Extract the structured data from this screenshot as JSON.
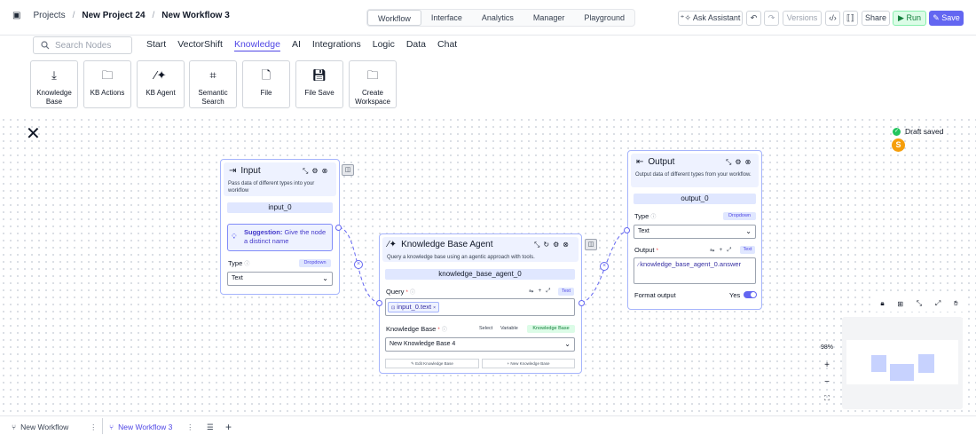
{
  "header": {
    "breadcrumb": [
      "Projects",
      "New Project 24",
      "New Workflow 3"
    ],
    "tabs": [
      "Workflow",
      "Interface",
      "Analytics",
      "Manager",
      "Playground"
    ],
    "ask_assistant": "Ask Assistant",
    "versions": "Versions",
    "share": "Share",
    "run": "Run",
    "save": "Save"
  },
  "toolbar": {
    "search_placeholder": "Search Nodes",
    "categories": [
      "Start",
      "VectorShift",
      "Knowledge",
      "AI",
      "Integrations",
      "Logic",
      "Data",
      "Chat"
    ],
    "active_category": "Knowledge",
    "tools": [
      {
        "label": "Knowledge Base",
        "icon": "download-icon"
      },
      {
        "label": "KB Actions",
        "icon": "folder-icon"
      },
      {
        "label": "KB Agent",
        "icon": "magic-wand-icon"
      },
      {
        "label": "Semantic Search",
        "icon": "crop-icon"
      },
      {
        "label": "File",
        "icon": "file-icon"
      },
      {
        "label": "File Save",
        "icon": "floppy-icon"
      },
      {
        "label": "Create Workspace",
        "icon": "folder-plus-icon"
      }
    ]
  },
  "canvas": {
    "draft_status": "Draft saved",
    "user_initial": "S",
    "zoom": "98%",
    "nodes": {
      "input": {
        "title": "Input",
        "description": "Pass data of different types into your workflow",
        "id": "input_0",
        "suggestion_bold": "Suggestion:",
        "suggestion_text": "Give the node a distinct name",
        "type_label": "Type",
        "type_tag": "Dropdown",
        "type_value": "Text"
      },
      "kb_agent": {
        "title": "Knowledge Base Agent",
        "description": "Query a knowledge base using an agentic approach with tools.",
        "id": "knowledge_base_agent_0",
        "query_label": "Query",
        "query_tag": "Text",
        "query_value": "input_0.text",
        "kb_label": "Knowledge Base",
        "kb_options": [
          "Select",
          "Variable",
          "Knowledge Base"
        ],
        "kb_value": "New Knowledge Base 4",
        "edit_btn": "Edit Knowledge Base",
        "new_btn": "New Knowledge Base"
      },
      "output": {
        "title": "Output",
        "description": "Output data of different types from your workflow.",
        "id": "output_0",
        "type_label": "Type",
        "type_tag": "Dropdown",
        "type_value": "Text",
        "output_label": "Output",
        "output_tag": "Text",
        "output_value": "knowledge_base_agent_0.answer",
        "format_label": "Format output",
        "format_value": "Yes"
      }
    }
  },
  "bottom": {
    "tabs": [
      "New Workflow",
      "New Workflow 3"
    ],
    "active_tab": "New Workflow 3"
  }
}
